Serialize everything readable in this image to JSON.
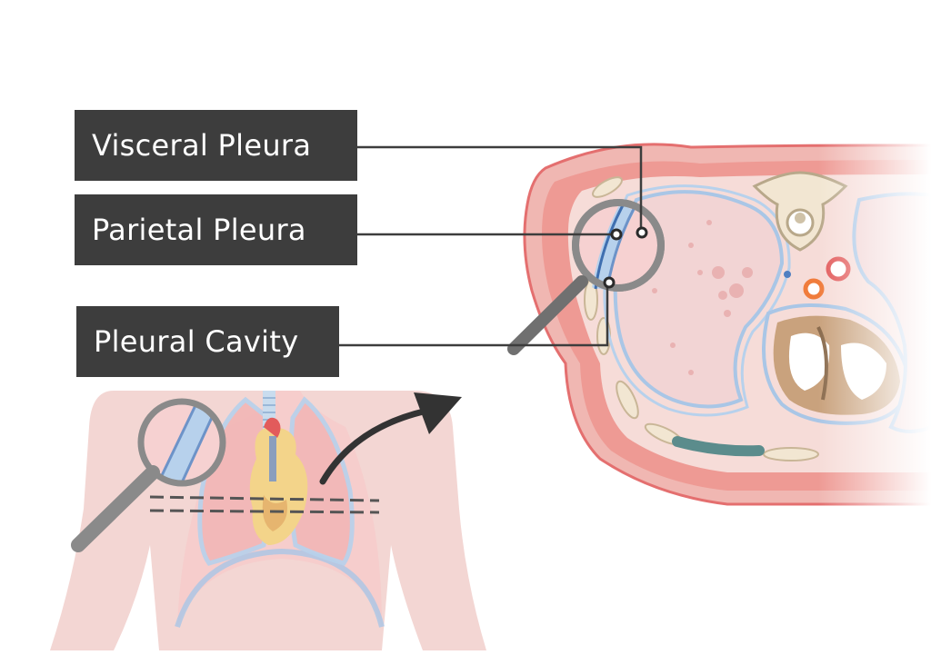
{
  "labels": {
    "visceral_pleura": "Visceral Pleura",
    "parietal_pleura": "Parietal Pleura",
    "pleural_cavity": "Pleural Cavity"
  },
  "colors": {
    "label_bg": "#3d3d3d",
    "label_text": "#ffffff",
    "leader_line": "#3d3d3d",
    "skin": "#f3d6d3",
    "muscle": "#e88c8c",
    "lung": "#f6cdcd",
    "pleura_blue": "#a9c6e6",
    "pleura_dark_blue": "#3f6fb0",
    "magnifier": "#8a8a8a",
    "heart_muscle": "#b38a66",
    "arrow": "#333333"
  }
}
